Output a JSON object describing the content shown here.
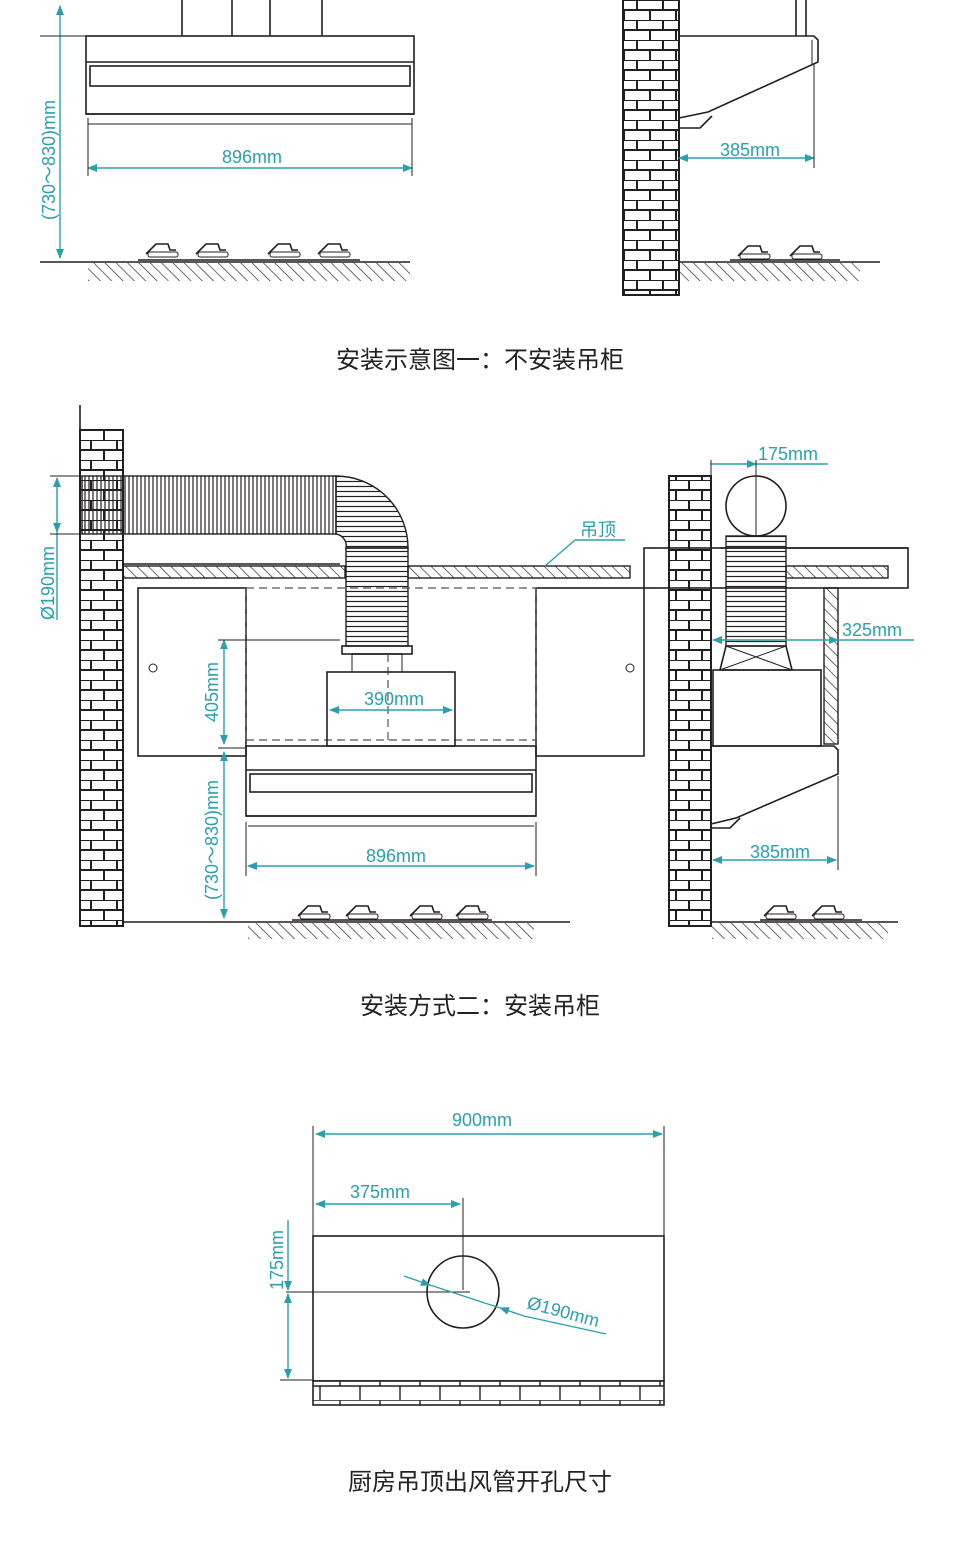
{
  "captions": {
    "fig1": "安装示意图一：不安装吊柜",
    "fig2": "安装方式二：安装吊柜",
    "fig3": "厨房吊顶出风管开孔尺寸"
  },
  "fig1": {
    "height_range": "(730～830)mm",
    "width": "896mm",
    "side_depth": "385mm"
  },
  "fig2": {
    "duct_diameter": "Ø190mm",
    "ceiling_label": "吊顶",
    "duct_width": "390mm",
    "cabinet_height": "405mm",
    "height_range": "(730～830)mm",
    "width": "896mm",
    "side_duct_offset": "175mm",
    "side_cabinet_depth": "325mm",
    "side_depth": "385mm"
  },
  "fig3": {
    "total_width": "900mm",
    "hole_offset_x": "375mm",
    "hole_offset_y": "175mm",
    "hole_diameter": "Ø190mm"
  },
  "colors": {
    "dimension": "#2aa0ad",
    "line": "#231f20"
  }
}
